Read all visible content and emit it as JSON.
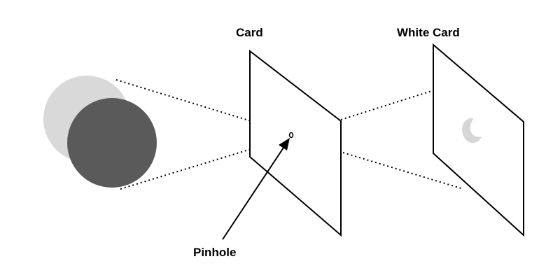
{
  "labels": {
    "card": "Card",
    "white_card": "White Card",
    "pinhole": "Pinhole"
  },
  "colors": {
    "background": "#ffffff",
    "sun": "#d9d9d9",
    "moon": "#5a5a5a",
    "crescent_image": "#d6d6d6",
    "lines": "#000000"
  }
}
